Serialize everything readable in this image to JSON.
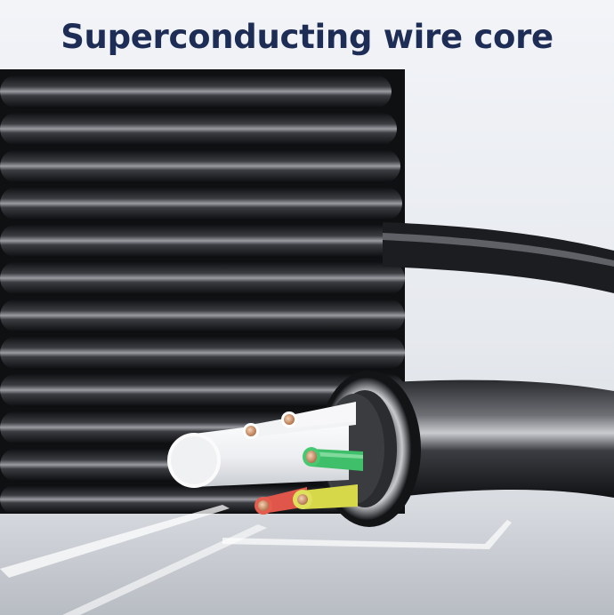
{
  "headline": "Superconducting wire core",
  "colors": {
    "headline": "#1e2d55",
    "background": "#eef1f6",
    "cable_jacket": "#1b1c1f",
    "inner_sheath": "#f4f5f7",
    "copper": "#d9a07a",
    "wire_red": "#e0564a",
    "wire_green": "#3fbf6a",
    "wire_yellow": "#d6d84a",
    "wire_white": "#f7f7f7"
  },
  "icons": [
    "coiled-cable-image",
    "cable-cross-section-image"
  ]
}
